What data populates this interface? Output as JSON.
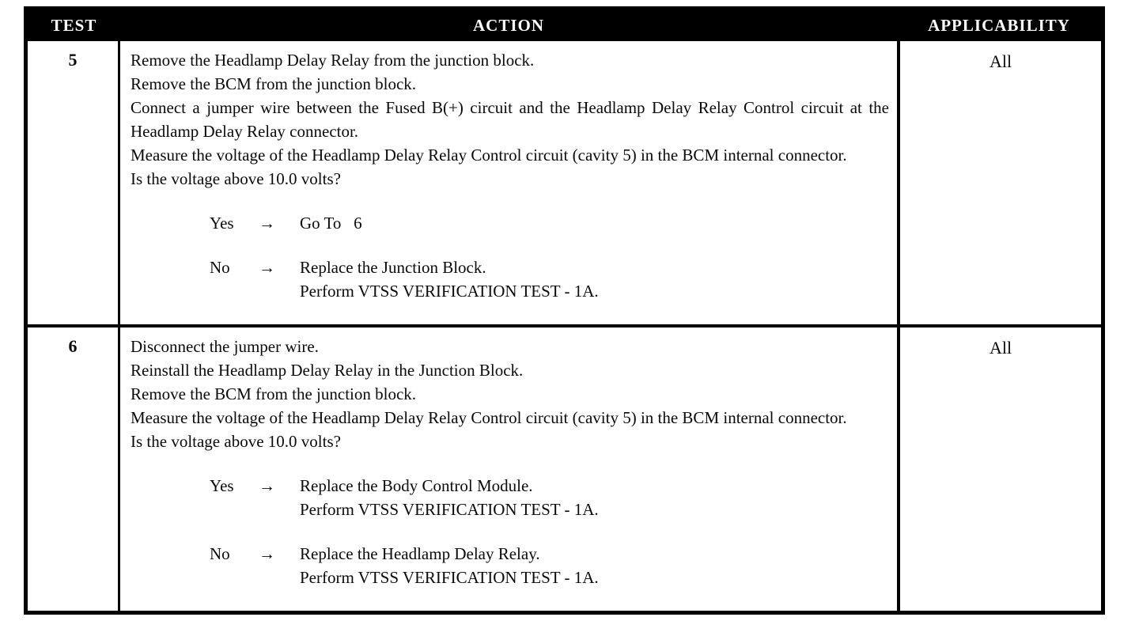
{
  "page": {
    "background": "#ffffff"
  },
  "table": {
    "border_color": "#000000",
    "header": {
      "background": "#000000",
      "text_color": "#ffffff",
      "test": "TEST",
      "action": "ACTION",
      "applicability": "APPLICABILITY"
    },
    "rows": [
      {
        "test": "5",
        "applicability": "All",
        "steps": [
          "Remove the Headlamp Delay Relay from the junction block.",
          "Remove the BCM from the junction block.",
          "Connect a jumper wire between the Fused B(+) circuit and the Headlamp Delay Relay Control circuit at the Headlamp Delay Relay connector.",
          "Measure the voltage of the Headlamp Delay Relay Control circuit (cavity 5) in the BCM internal connector.",
          "Is the voltage above 10.0 volts?"
        ],
        "branches": [
          {
            "label": "Yes",
            "arrow": "→",
            "lines": [
              "Go To   6"
            ]
          },
          {
            "label": "No",
            "arrow": "→",
            "lines": [
              "Replace the Junction Block.",
              "Perform VTSS VERIFICATION TEST - 1A."
            ]
          }
        ]
      },
      {
        "test": "6",
        "applicability": "All",
        "steps": [
          "Disconnect the jumper wire.",
          "Reinstall the Headlamp Delay Relay in the Junction Block.",
          "Remove the BCM from the junction block.",
          "Measure the voltage of the Headlamp Delay Relay Control circuit (cavity 5) in the BCM internal connector.",
          "Is the voltage above 10.0 volts?"
        ],
        "branches": [
          {
            "label": "Yes",
            "arrow": "→",
            "lines": [
              "Replace the Body Control Module.",
              "Perform VTSS VERIFICATION TEST - 1A."
            ]
          },
          {
            "label": "No",
            "arrow": "→",
            "lines": [
              "Replace the Headlamp Delay Relay.",
              "Perform VTSS VERIFICATION TEST - 1A."
            ]
          }
        ]
      }
    ]
  }
}
